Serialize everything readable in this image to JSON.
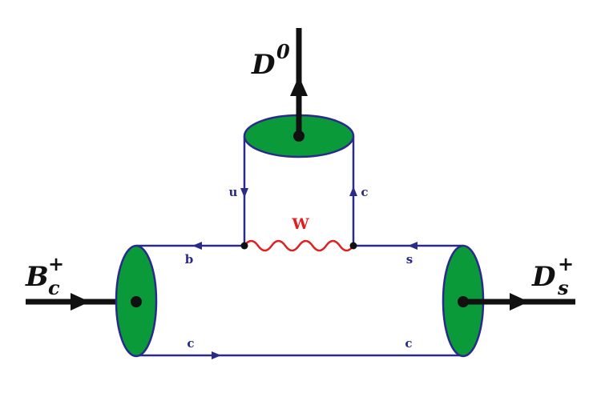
{
  "colors": {
    "quark_line": "#2a2a8a",
    "meson_fill": "#0a9a3a",
    "boson": "#e02020",
    "external_line": "#111111"
  },
  "particles": {
    "incoming": {
      "symbol": "B",
      "sup": "+",
      "sub": "c"
    },
    "outgoing_right": {
      "symbol": "D",
      "sup": "+",
      "sub": "s"
    },
    "outgoing_top": {
      "symbol": "D",
      "sup": "0"
    }
  },
  "quarks": {
    "top_left": "b",
    "top_right": "s",
    "bottom_left": "c",
    "bottom_right": "c",
    "loop_left": "u",
    "loop_right": "c"
  },
  "boson": {
    "label": "W"
  }
}
